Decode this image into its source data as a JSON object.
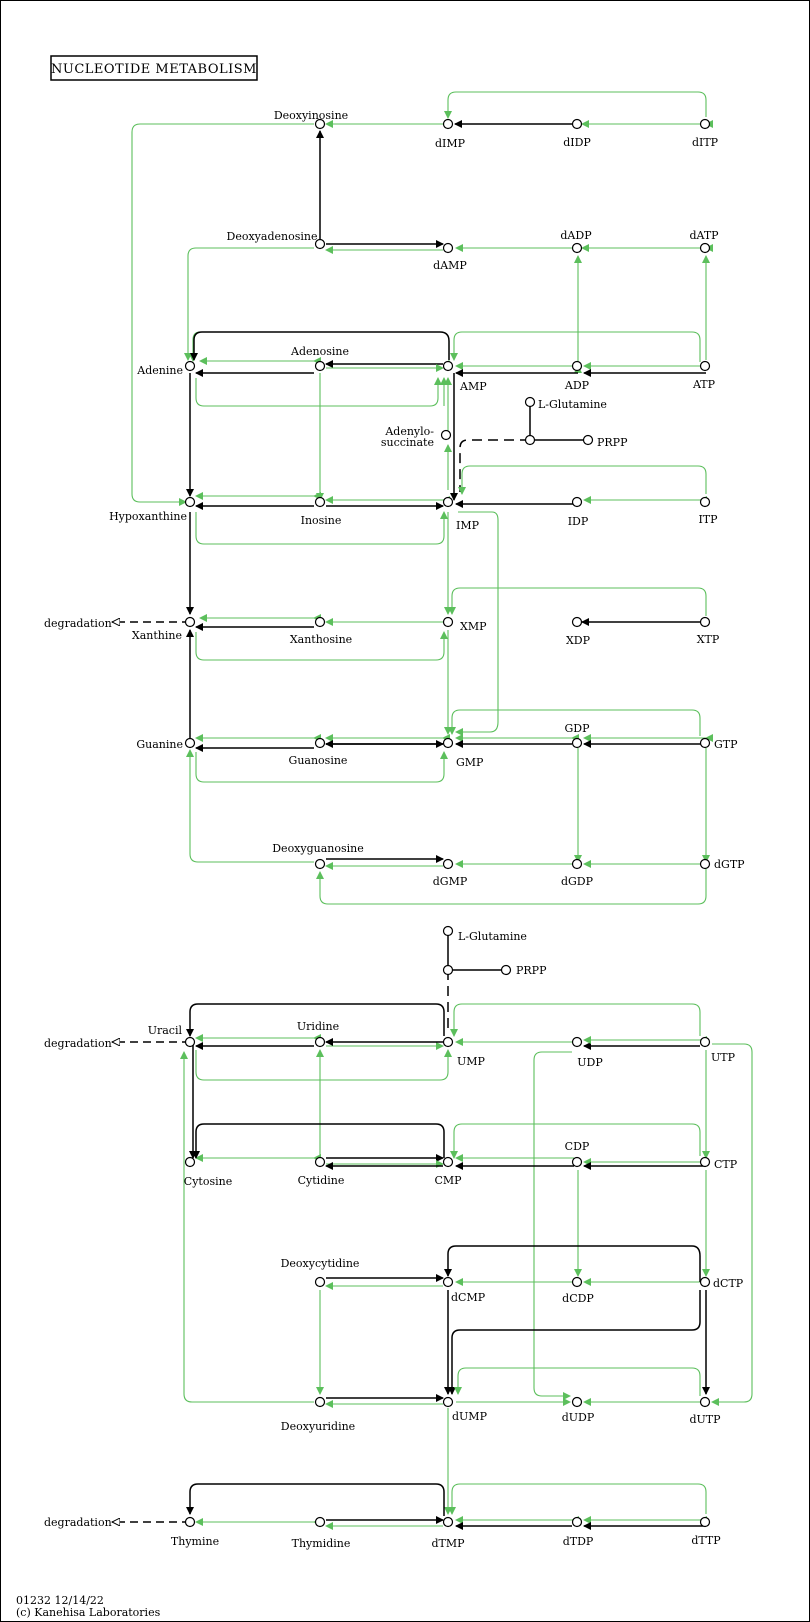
{
  "title": "NUCLEOTIDE METABOLISM",
  "footer": {
    "line1": "01232 12/14/22",
    "line2": "(c) Kanehisa Laboratories"
  },
  "colors": {
    "enzyme": "#5cbf5c",
    "reaction": "#000000"
  },
  "labels": {
    "deoxyinosine": "Deoxyinosine",
    "dimp": "dIMP",
    "didp": "dIDP",
    "ditp": "dITP",
    "deoxyadenosine": "Deoxyadenosine",
    "damp": "dAMP",
    "dadp": "dADP",
    "datp": "dATP",
    "adenine": "Adenine",
    "adenosine": "Adenosine",
    "amp": "AMP",
    "adp": "ADP",
    "atp": "ATP",
    "lglutamine1": "L-Glutamine",
    "prpp1": "PRPP",
    "adenylo": "Adenylo-",
    "succinate": "succinate",
    "hypoxanthine": "Hypoxanthine",
    "inosine": "Inosine",
    "imp": "IMP",
    "idp": "IDP",
    "itp": "ITP",
    "degradation1": "degradation",
    "xanthine": "Xanthine",
    "xanthosine": "Xanthosine",
    "xmp": "XMP",
    "xdp": "XDP",
    "xtp": "XTP",
    "guanine": "Guanine",
    "guanosine": "Guanosine",
    "gmp": "GMP",
    "gdp": "GDP",
    "gtp": "GTP",
    "deoxyguanosine": "Deoxyguanosine",
    "dgmp": "dGMP",
    "dgdp": "dGDP",
    "dgtp": "dGTP",
    "lglutamine2": "L-Glutamine",
    "prpp2": "PRPP",
    "degradation2": "degradation",
    "uracil": "Uracil",
    "uridine": "Uridine",
    "ump": "UMP",
    "udp": "UDP",
    "utp": "UTP",
    "cytosine": "Cytosine",
    "cytidine": "Cytidine",
    "cmp": "CMP",
    "cdp": "CDP",
    "ctp": "CTP",
    "deoxycytidine": "Deoxycytidine",
    "dcmp": "dCMP",
    "dcdp": "dCDP",
    "dctp": "dCTP",
    "deoxyuridine": "Deoxyuridine",
    "dump": "dUMP",
    "dudp": "dUDP",
    "dutp": "dUTP",
    "degradation3": "degradation",
    "thymine": "Thymine",
    "thymidine": "Thymidine",
    "dtmp": "dTMP",
    "dtdp": "dTDP",
    "dttp": "dTTP"
  }
}
